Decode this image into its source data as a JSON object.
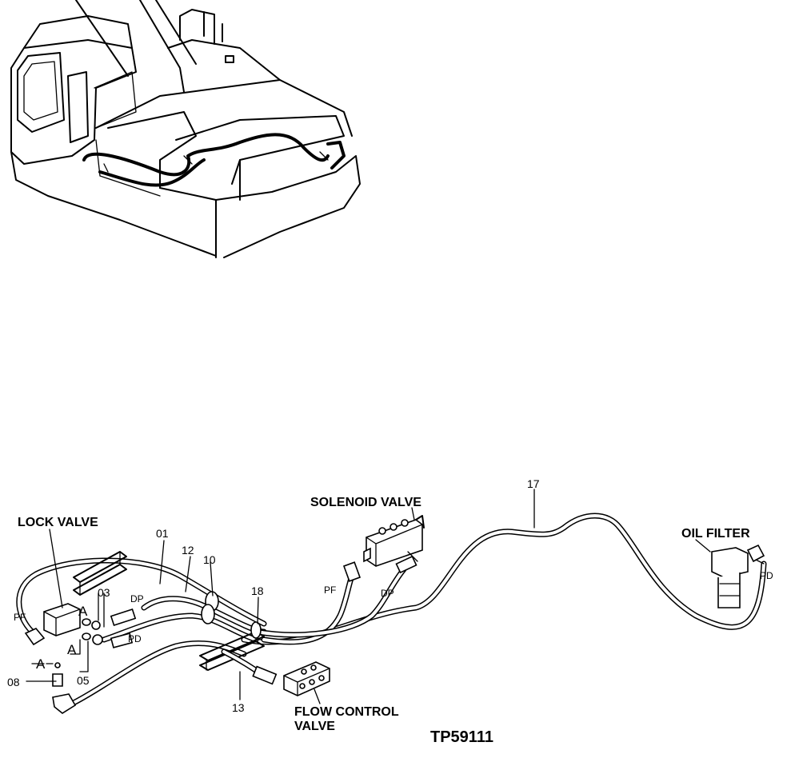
{
  "figure_id": "TP59111",
  "components": {
    "lock_valve": "LOCK VALVE",
    "solenoid_valve": "SOLENOID VALVE",
    "oil_filter": "OIL FILTER",
    "flow_control_valve_line1": "FLOW CONTROL",
    "flow_control_valve_line2": "VALVE"
  },
  "part_numbers": {
    "p01": "01",
    "p03": "03",
    "p05": "05",
    "p08": "08",
    "p10": "10",
    "p12": "12",
    "p13": "13",
    "p17": "17",
    "p18": "18"
  },
  "ports": {
    "pf_left": "PF",
    "dp_left": "DP",
    "pd_left": "PD",
    "pf_solenoid": "PF",
    "dp_solenoid": "DP",
    "pd_filter": "PD"
  },
  "section_marks": {
    "a_top": "A",
    "a_bottom": "A",
    "a_detail": "A"
  }
}
